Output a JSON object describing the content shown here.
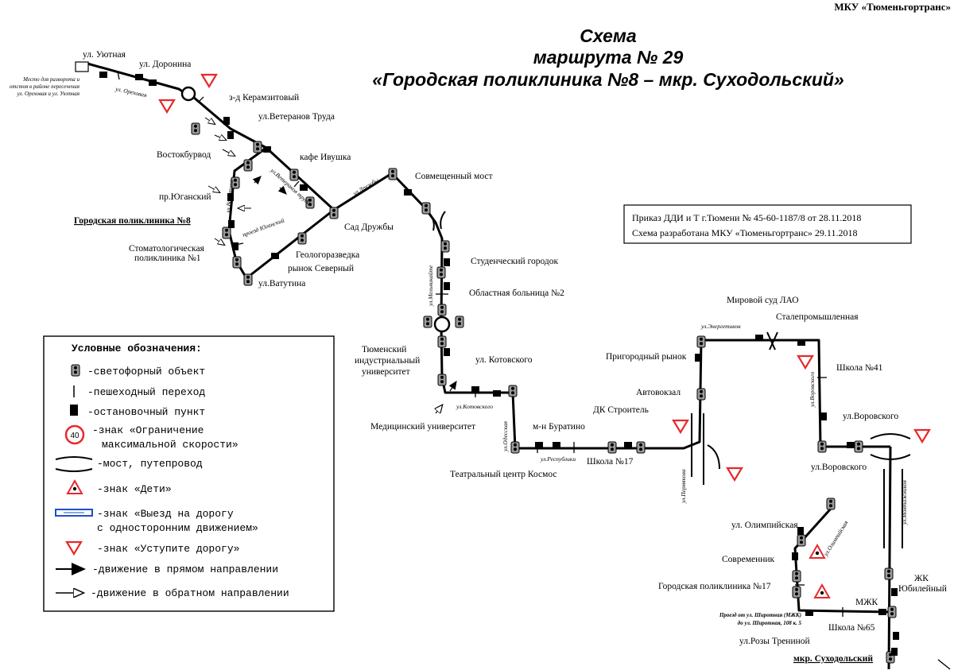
{
  "header": {
    "organization": "МКУ «Тюменьгортранс»",
    "title_line1": "Схема",
    "title_line2": "маршрута № 29",
    "title_line3": "«Городская поликлиника №8 – мкр. Суходольский»"
  },
  "order_box": {
    "line1": "Приказ ДДИ и Т г.Тюмени № 45-60-1187/8 от 28.11.2018",
    "line2": "Схема разработана МКУ «Тюменьгортранс» 29.11.2018"
  },
  "stops": [
    "ул. Уютная",
    "ул. Доронина",
    "з-д Керамзитовый",
    "ул.Ветеранов Труда",
    "кафе Ивушка",
    "Востокбурвод",
    "пр.Юганский",
    "Городская поликлиника №8",
    "Стоматологическая",
    "поликлиника №1",
    "Геологоразведка",
    "рынок Северный",
    "ул.Ватутина",
    "Сад Дружбы",
    "Совмещенный мост",
    "Студенческий городок",
    "Областная больница №2",
    "Тюменский",
    "индустриальный",
    "университет",
    "ул. Котовского",
    "Медицинский университет",
    "м-н Буратино",
    "Театральный центр Космос",
    "ДК Строитель",
    "Школа №17",
    "Пригородный рынок",
    "Автовокзал",
    "Мировой суд ЛАО",
    "Сталепромышленная",
    "Школа №41",
    "ул.Воровского",
    "ул.Воровского",
    "ул. Олимпийская",
    "Современник",
    "Городская поликлиника №17",
    "МЖК",
    "ЖК",
    "Юбилейный",
    "Школа №65",
    "ул.Розы Трениной",
    "мкр. Суходольский"
  ],
  "streets": [
    "ул. Ореховая",
    "ул.Ветеранов труда",
    "ул.Ватутина",
    "проезд Юганский",
    "ул.Дружбы",
    "ул.Мельникайте",
    "ул.Котовского",
    "ул.Одесская",
    "ул.Республики",
    "ул.Пермякова",
    "ул.Энергетиков",
    "ул.Воровского",
    "ул.Монтажников",
    "ул.Олимпийская"
  ],
  "notes": {
    "turnaround_1": "Место для разворота и",
    "turnaround_2": "отстоя в районе пересечения",
    "turnaround_3": "ул. Ореховая и ул. Уютная",
    "passage_1": "Проезд от ул. Широтная (МЖК)",
    "passage_2": "до ул. Широтная, 108 к. 5"
  },
  "legend": {
    "title": "Условные обозначения:",
    "speed_limit_value": "40",
    "items": [
      {
        "icon": "traffic-light-icon",
        "text": "-светофорный объект"
      },
      {
        "icon": "crosswalk-icon",
        "text": "-пешеходный переход"
      },
      {
        "icon": "bus-stop-icon",
        "text": "-остановочный пункт"
      },
      {
        "icon": "speed-limit-sign-icon",
        "text": "-знак «Ограничение"
      },
      {
        "icon": "",
        "text": "максимальной скорости»"
      },
      {
        "icon": "bridge-icon",
        "text": "-мост, путепровод"
      },
      {
        "icon": "children-sign-icon",
        "text": "-знак «Дети»"
      },
      {
        "icon": "one-way-sign-icon",
        "text": "-знак «Выезд на дорогу"
      },
      {
        "icon": "",
        "text": "с односторонним движением»"
      },
      {
        "icon": "yield-sign-icon",
        "text": "-знак «Уступите дорогу»"
      },
      {
        "icon": "forward-arrow-icon",
        "text": "-движение в прямом направлении"
      },
      {
        "icon": "backward-arrow-icon",
        "text": "-движение в обратном направлении"
      }
    ]
  },
  "colors": {
    "route": "#000000",
    "yield_sign": "#e8282b",
    "one_way_sign": "#1f4fc7",
    "stop": "#000000"
  }
}
